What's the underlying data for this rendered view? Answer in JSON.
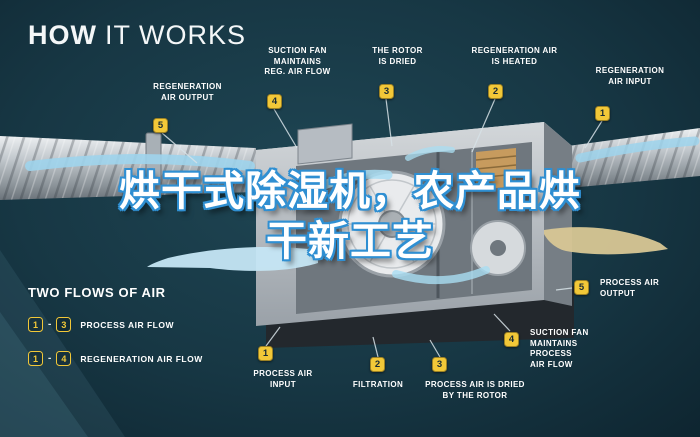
{
  "colors": {
    "background": "#16323E",
    "badge": "#F2C838",
    "badge_text": "#1A2B34",
    "air_flow_blue": "#9ED4EC",
    "regen_air_tan": "#D8C795",
    "headline_outline_blue": "#2F8FD2",
    "text": "#FFFFFF"
  },
  "title": {
    "bold": "HOW",
    "light": "IT WORKS"
  },
  "overlay": {
    "line1": "烘干式除湿机，农产品烘",
    "line2": "干新工艺"
  },
  "callouts": {
    "regen_output": {
      "num": "5",
      "text": "REGENERATION\nAIR OUTPUT"
    },
    "suction_regen": {
      "num": "4",
      "text": "SUCTION FAN\nMAINTAINS\nREG. AIR FLOW"
    },
    "rotor_dried": {
      "num": "3",
      "text": "THE ROTOR\nIS DRIED"
    },
    "regen_heated": {
      "num": "2",
      "text": "REGENERATION AIR\nIS HEATED"
    },
    "regen_input": {
      "num": "1",
      "text": "REGENERATION\nAIR INPUT"
    },
    "process_output": {
      "num": "5",
      "text": "PROCESS AIR\nOUTPUT"
    },
    "process_input": {
      "num": "1",
      "text": "PROCESS AIR\nINPUT"
    },
    "filtration": {
      "num": "2",
      "text": "FILTRATION"
    },
    "process_dried": {
      "num": "3",
      "text": "PROCESS AIR IS DRIED\nBY THE ROTOR"
    },
    "suction_process": {
      "num": "4",
      "text": "SUCTION FAN\nMAINTAINS PROCESS\nAIR FLOW"
    }
  },
  "legend": {
    "title": "TWO FLOWS OF AIR",
    "dash": "-",
    "rows": [
      {
        "start": "1",
        "end": "3",
        "label": "PROCESS AIR FLOW"
      },
      {
        "start": "1",
        "end": "4",
        "label": "REGENERATION AIR FLOW"
      }
    ]
  }
}
